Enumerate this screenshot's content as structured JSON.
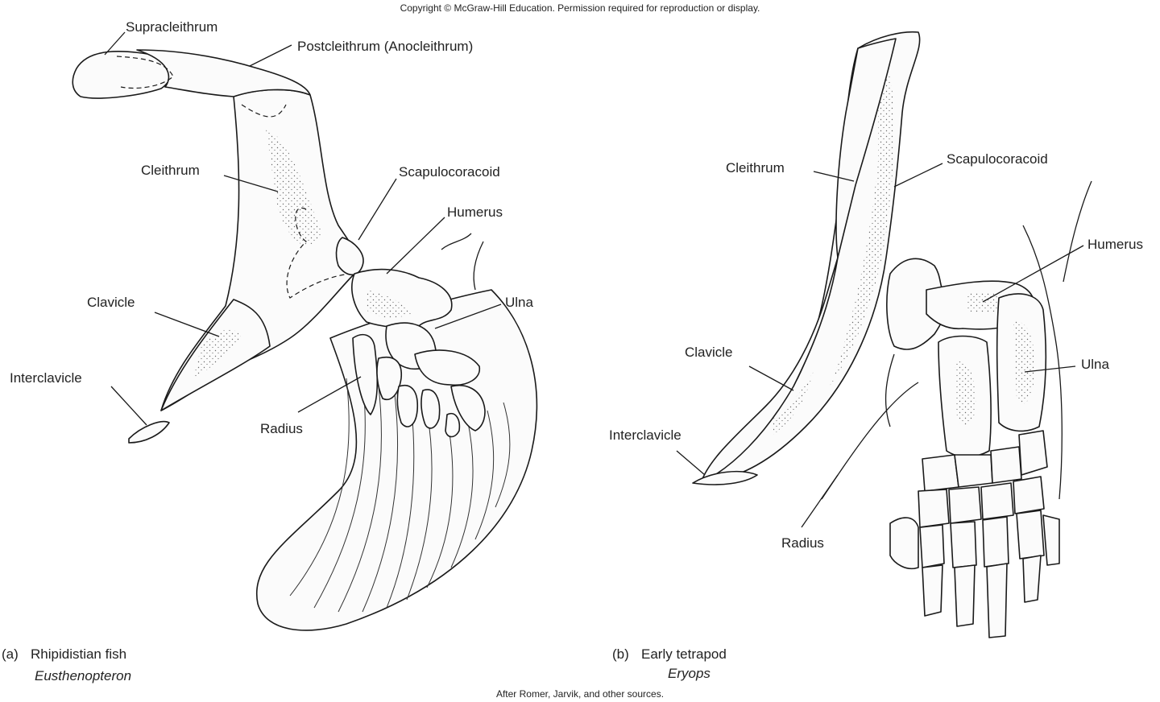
{
  "copyright": "Copyright © McGraw-Hill Education. Permission required for reproduction or display.",
  "panel_a": {
    "letter": "(a)",
    "title": "Rhipidistian fish",
    "genus": "Eusthenopteron",
    "labels": {
      "supracleithrum": "Supracleithrum",
      "postcleithrum": "Postcleithrum (Anocleithrum)",
      "cleithrum": "Cleithrum",
      "scapulocoracoid": "Scapulocoracoid",
      "humerus": "Humerus",
      "ulna": "Ulna",
      "clavicle": "Clavicle",
      "interclavicle": "Interclavicle",
      "radius": "Radius"
    }
  },
  "panel_b": {
    "letter": "(b)",
    "title": "Early tetrapod",
    "genus": "Eryops",
    "labels": {
      "cleithrum": "Cleithrum",
      "scapulocoracoid": "Scapulocoracoid",
      "humerus": "Humerus",
      "clavicle": "Clavicle",
      "ulna": "Ulna",
      "interclavicle": "Interclavicle",
      "radius": "Radius"
    }
  },
  "source_note": "After Romer, Jarvik, and other sources."
}
